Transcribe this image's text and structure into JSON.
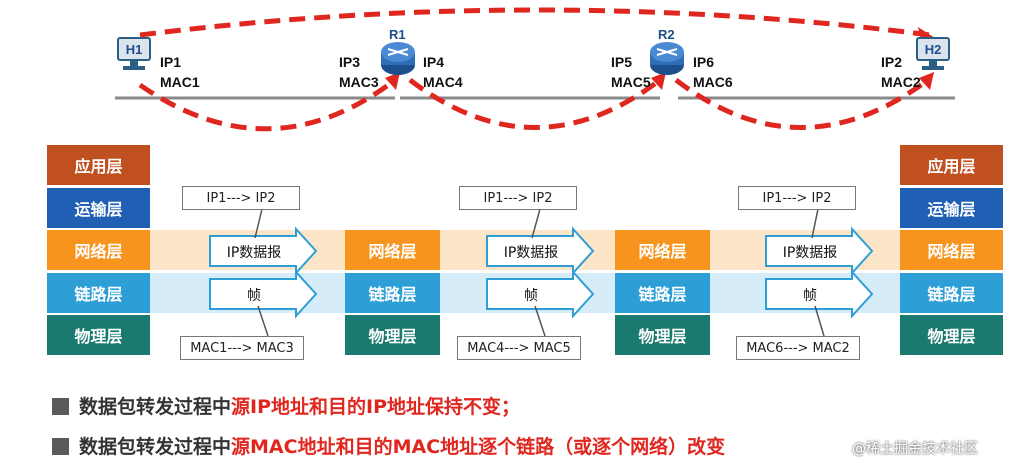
{
  "topology": {
    "h1": {
      "label": "H1",
      "ip": "IP1",
      "mac": "MAC1"
    },
    "r1": {
      "label": "R1",
      "ip_left": "IP3",
      "mac_left": "MAC3",
      "ip_right": "IP4",
      "mac_right": "MAC4"
    },
    "r2": {
      "label": "R2",
      "ip_left": "IP5",
      "mac_left": "MAC5",
      "ip_right": "IP6",
      "mac_right": "MAC6"
    },
    "h2": {
      "label": "H2",
      "ip": "IP2",
      "mac": "MAC2"
    }
  },
  "layers": [
    "应用层",
    "运输层",
    "网络层",
    "链路层",
    "物理层"
  ],
  "segments": [
    {
      "ip_header": "IP1---> IP2",
      "packet": "IP数据报",
      "frame": "帧",
      "mac_header": "MAC1---> MAC3"
    },
    {
      "ip_header": "IP1---> IP2",
      "packet": "IP数据报",
      "frame": "帧",
      "mac_header": "MAC4---> MAC5"
    },
    {
      "ip_header": "IP1---> IP2",
      "packet": "IP数据报",
      "frame": "帧",
      "mac_header": "MAC6---> MAC2"
    }
  ],
  "bullets": [
    {
      "prefix": "数据包转发过程中",
      "highlight": "源IP地址和目的IP地址保持不变；"
    },
    {
      "prefix": "数据包转发过程中",
      "highlight": "源MAC地址和目的MAC地址逐个链路（或逐个网络）改变"
    }
  ],
  "watermark": "@稀土掘金技术社区",
  "colors": {
    "application": "#c0501f",
    "transport": "#1f5fb4",
    "network": "#f7941d",
    "link": "#2e9fd6",
    "physical": "#1a7a6f",
    "arrow_dash": "#e0271f",
    "highlight": "#e0271f",
    "network_band": "#fde6c8",
    "link_band": "#d6ecf8"
  }
}
